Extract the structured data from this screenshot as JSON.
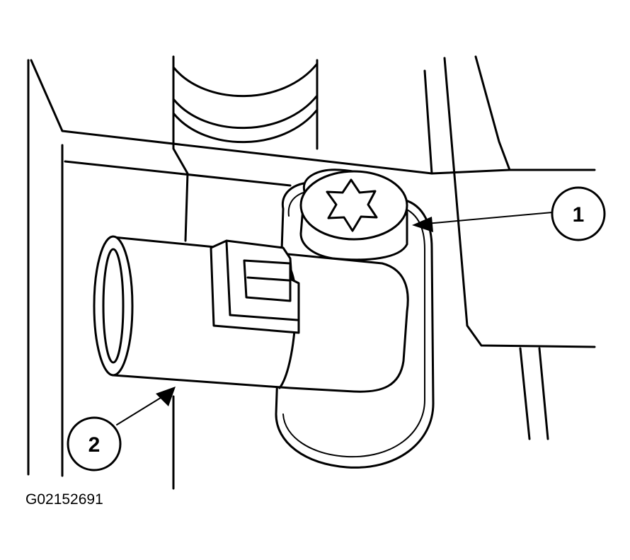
{
  "callouts": [
    {
      "id": "1",
      "label": "1"
    },
    {
      "id": "2",
      "label": "2"
    }
  ],
  "figure_id": "G02152691",
  "colors": {
    "line": "#000000",
    "background": "#ffffff"
  }
}
